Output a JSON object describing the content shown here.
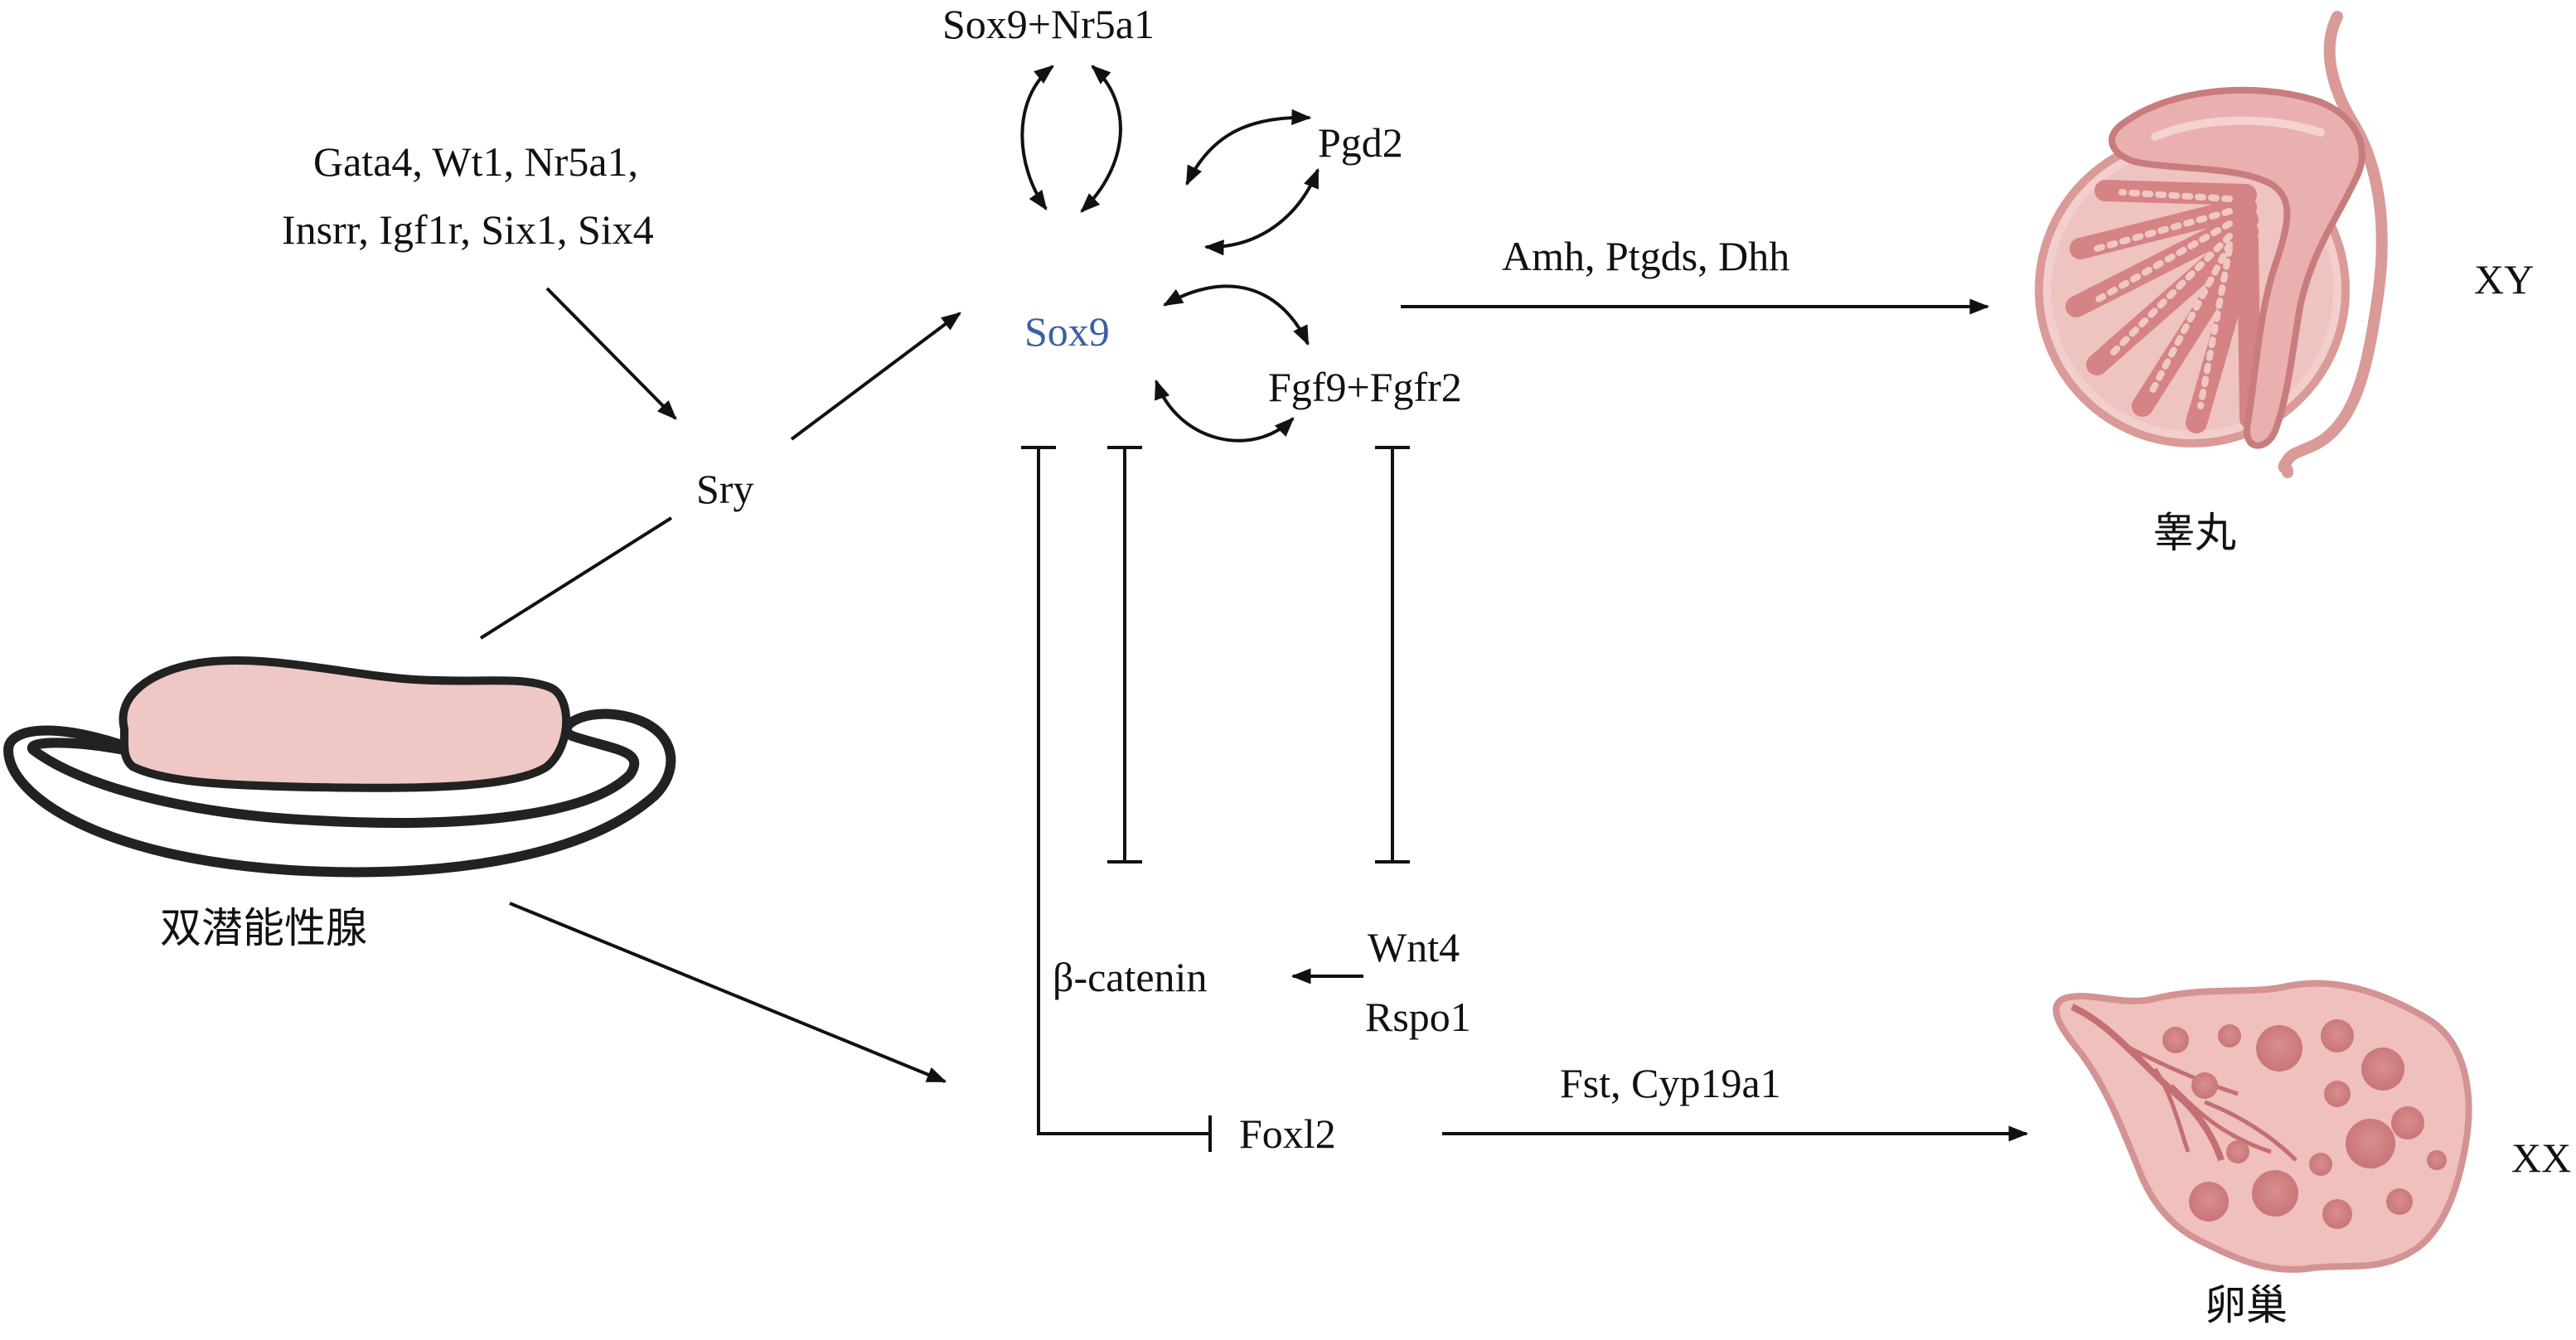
{
  "diagram": {
    "title": "",
    "labels": {
      "sox9_nr5a1": "Sox9+Nr5a1",
      "upstream_line1": "Gata4, Wt1, Nr5a1,",
      "upstream_line2": "Insrr, Igf1r, Six1, Six4",
      "sry": "Sry",
      "sox9": "Sox9",
      "pgd2": "Pgd2",
      "fgf9_fgfr2": "Fgf9+Fgfr2",
      "testis_genes": "Amh, Ptgds, Dhh",
      "xy": "XY",
      "testis": "睾丸",
      "bipotential_gonad": "双潜能性腺",
      "beta_catenin": "β-catenin",
      "wnt4": "Wnt4",
      "rspo1": "Rspo1",
      "ovary_genes": "Fst, Cyp19a1",
      "foxl2": "Foxl2",
      "xx": "XX",
      "ovary": "卵巢"
    },
    "colors": {
      "sox9_text": "#3b5fa6",
      "tissue_pink": "#e8b4b2",
      "tissue_dark": "#c46f72",
      "gonad_fill": "#efc7c4",
      "line": "#111111"
    }
  }
}
